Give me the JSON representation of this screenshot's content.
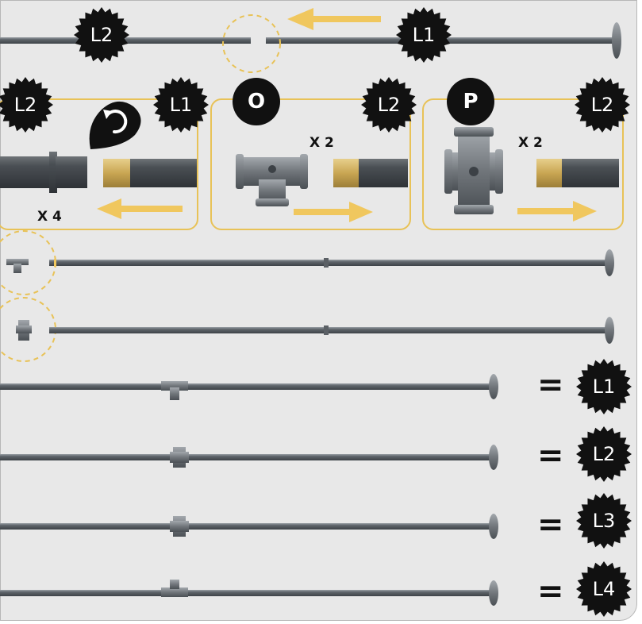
{
  "badges": {
    "top_left": "L2",
    "top_right": "L1",
    "box1_left": "L2",
    "box1_right": "L1",
    "box2": "L2",
    "box3": "L2",
    "result1": "L1",
    "result2": "L2",
    "result3": "L3",
    "result4": "L4"
  },
  "boxes": {
    "box1_qty": "X 4",
    "box2_part": "O",
    "box2_qty": "X 2",
    "box3_part": "P",
    "box3_qty": "X 2"
  },
  "equals": "=",
  "colors": {
    "arrow": "#f0c75e",
    "badge": "#111111",
    "box_border": "#e8c257",
    "box_fill": "#fdf6e0",
    "pipe": "#6e7378"
  },
  "icons": [
    "rotate-icon",
    "tee-fitting-icon",
    "cross-fitting-icon"
  ]
}
